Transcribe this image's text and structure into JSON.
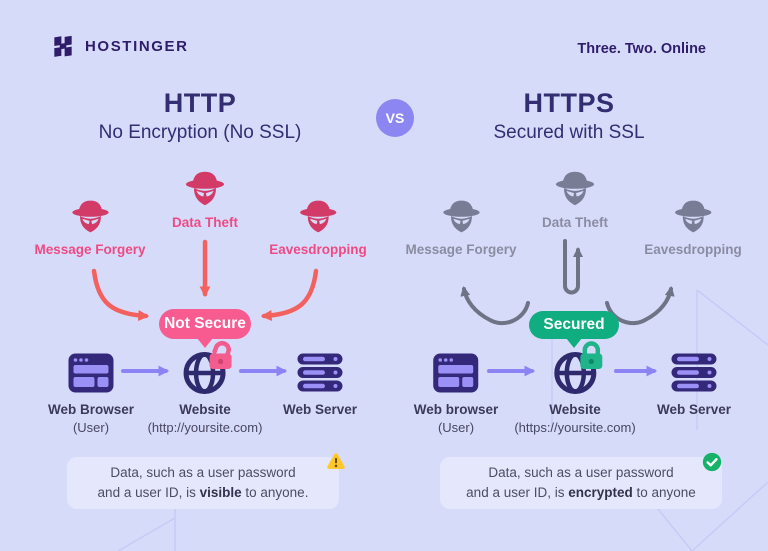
{
  "brand": {
    "logo_text": "HOSTINGER",
    "tagline": "Three. Two. Online"
  },
  "vs_label": "VS",
  "left": {
    "title": "HTTP",
    "subtitle": "No Encryption (No SSL)",
    "threats": [
      "Message Forgery",
      "Data Theft",
      "Eavesdropping"
    ],
    "badge": "Not Secure",
    "nodes": [
      {
        "label": "Web Browser",
        "sub": "(User)"
      },
      {
        "label": "Website",
        "sub": "(http://yoursite.com)"
      },
      {
        "label": "Web Server"
      }
    ],
    "note": {
      "line1": "Data, such as a user password",
      "line2_pre": "and a user ID, is ",
      "line2_bold": "visible",
      "line2_post": " to anyone."
    }
  },
  "right": {
    "title": "HTTPS",
    "subtitle": "Secured with SSL",
    "threats": [
      "Message Forgery",
      "Data Theft",
      "Eavesdropping"
    ],
    "badge": "Secured",
    "nodes": [
      {
        "label": "Web browser",
        "sub": "(User)"
      },
      {
        "label": "Website",
        "sub": "(https://yoursite.com)"
      },
      {
        "label": "Web Server"
      }
    ],
    "note": {
      "line1": "Data, such as a user password",
      "line2_pre": "and a user ID, is ",
      "line2_bold": "encrypted",
      "line2_post": " to anyone"
    }
  },
  "colors": {
    "background": "#d7dbfa",
    "brand_purple": "#2f1c6a",
    "heading": "#332d72",
    "danger_icon": "#d23b67",
    "danger_label": "#ee4b85",
    "danger_arrow": "#f2615e",
    "not_secure_badge": "#f75b90",
    "secured_badge": "#10ad80",
    "neutral_icon": "#787d95",
    "neutral_label": "#8a8da1",
    "neutral_arrow": "#6e7386",
    "node_icon_dark": "#332879",
    "node_icon_light": "#9b90f5",
    "connector_arrow": "#8b84f4",
    "vs_badge": "#8b86f1",
    "note_box": "#e5e8fc",
    "warning_yellow": "#ffc727",
    "success_green": "#17b26a"
  }
}
